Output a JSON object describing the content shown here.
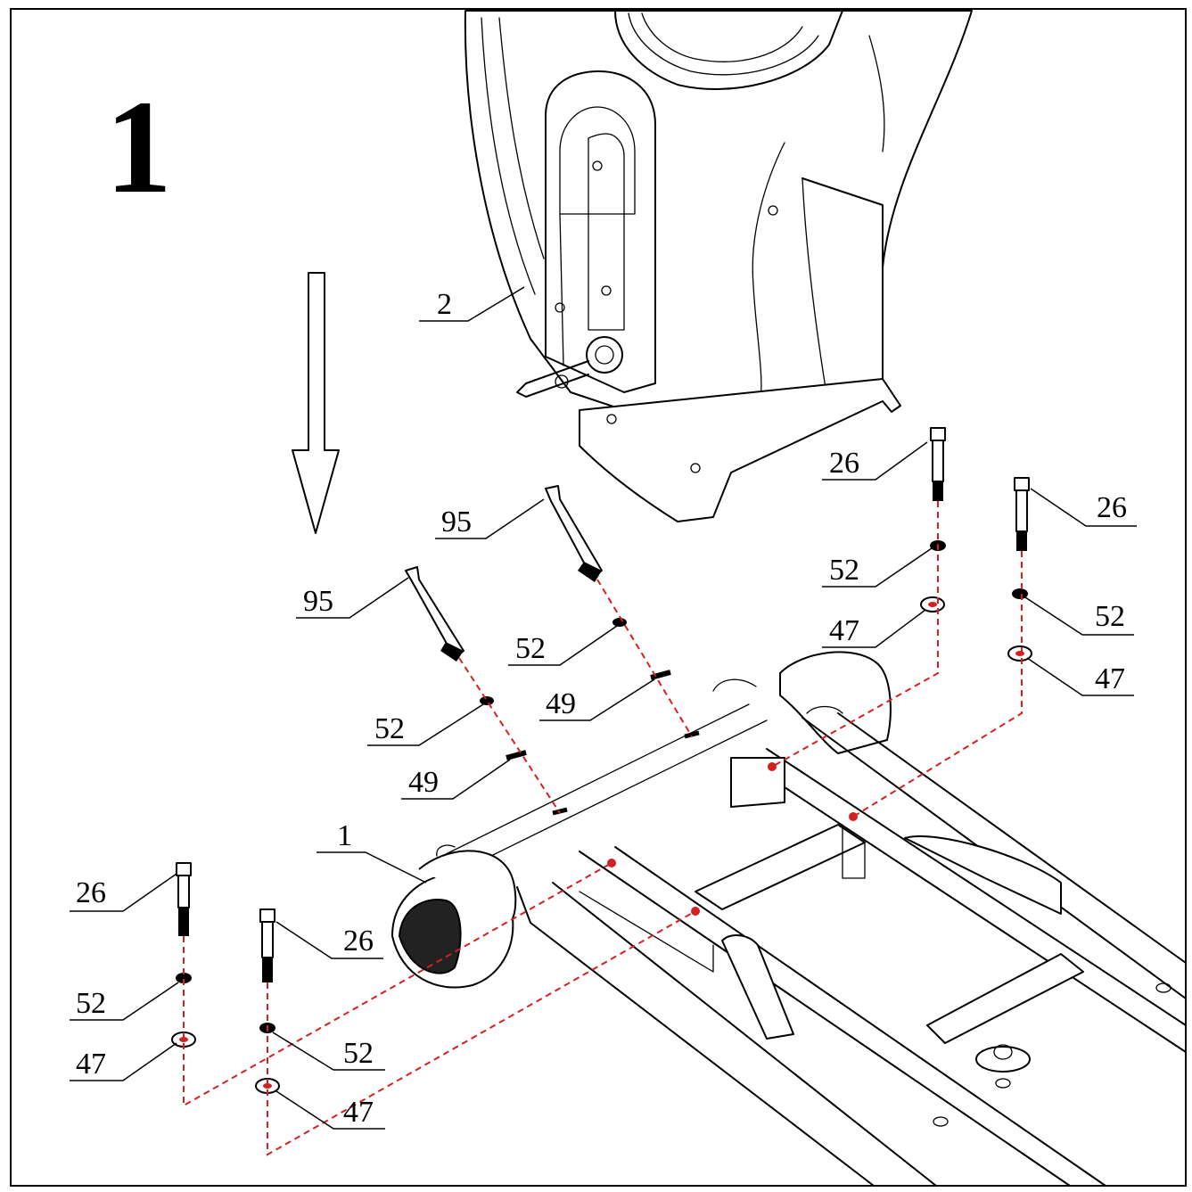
{
  "step_number": "1",
  "colors": {
    "line": "#000000",
    "guide": "#d62020",
    "background": "#ffffff"
  },
  "icons": [
    "down-arrow-icon"
  ],
  "parts": [
    {
      "id": "p2",
      "label": "2"
    },
    {
      "id": "p1",
      "label": "1"
    },
    {
      "id": "p95a",
      "label": "95"
    },
    {
      "id": "p95b",
      "label": "95"
    },
    {
      "id": "p52a",
      "label": "52"
    },
    {
      "id": "p52b",
      "label": "52"
    },
    {
      "id": "p49a",
      "label": "49"
    },
    {
      "id": "p49b",
      "label": "49"
    },
    {
      "id": "p26tr1",
      "label": "26"
    },
    {
      "id": "p26tr2",
      "label": "26"
    },
    {
      "id": "p52tr1",
      "label": "52"
    },
    {
      "id": "p52tr2",
      "label": "52"
    },
    {
      "id": "p47tr1",
      "label": "47"
    },
    {
      "id": "p47tr2",
      "label": "47"
    },
    {
      "id": "p26bl1",
      "label": "26"
    },
    {
      "id": "p26bl2",
      "label": "26"
    },
    {
      "id": "p52bl1",
      "label": "52"
    },
    {
      "id": "p52bl2",
      "label": "52"
    },
    {
      "id": "p47bl1",
      "label": "47"
    },
    {
      "id": "p47bl2",
      "label": "47"
    }
  ]
}
